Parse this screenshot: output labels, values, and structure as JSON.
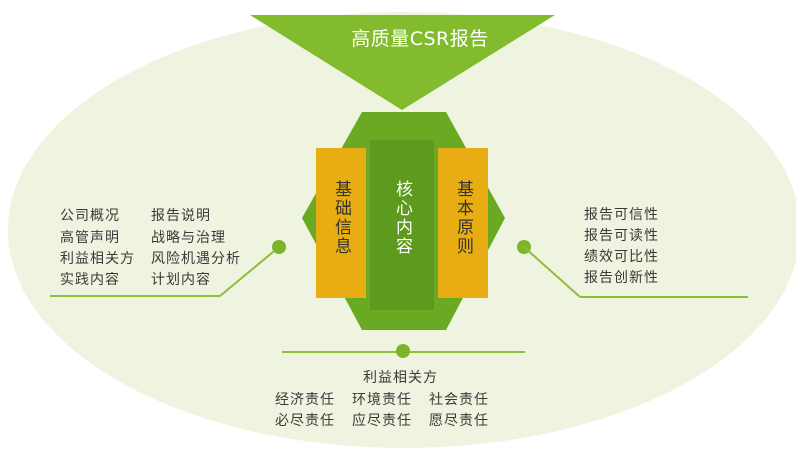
{
  "title": "高质量CSR报告",
  "center": {
    "left_panel": "基础信息",
    "middle_panel": "核心内容",
    "right_panel": "基本原则"
  },
  "left_list": {
    "col1": [
      "公司概况",
      "高管声明",
      "利益相关方",
      "实践内容"
    ],
    "col2": [
      "报告说明",
      "战略与治理",
      "风险机遇分析",
      "计划内容"
    ]
  },
  "right_list": [
    "报告可信性",
    "报告可读性",
    "绩效可比性",
    "报告创新性"
  ],
  "bottom": {
    "heading": "利益相关方",
    "rows": [
      [
        "经济责任",
        "环境责任",
        "社会责任"
      ],
      [
        "必尽责任",
        "应尽责任",
        "愿尽责任"
      ]
    ]
  },
  "colors": {
    "ellipse_fill": "#eef4df",
    "green": "#7cb52a",
    "dark_green": "#5a9a1c",
    "orange": "#e6ad0e",
    "line_green": "#8cc03c"
  }
}
